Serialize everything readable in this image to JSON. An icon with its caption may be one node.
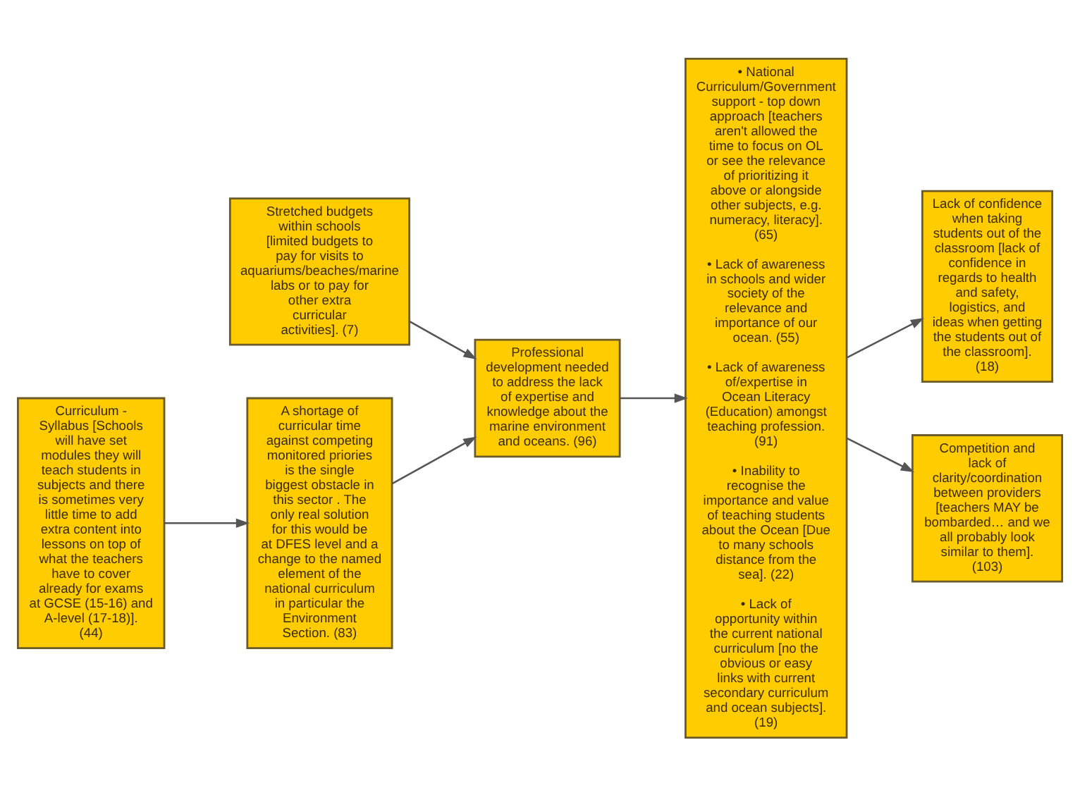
{
  "diagram": {
    "nodes": [
      {
        "text": [
          "Curriculum - Syllabus [Schools will have set modules they will teach students in subjects and there is sometimes very little time to add extra content into lessons on top of what the teachers have to cover already for exams at GCSE (15-16) and A-level (17-18)]. (44)"
        ]
      },
      {
        "text": [
          "Stretched budgets within schools [limited budgets to pay for visits to aquariums/beaches/marine labs or to pay for other extra curricular activities]. (7)"
        ]
      },
      {
        "text": [
          "A shortage of curricular time against competing monitored priories is the single biggest obstacle in this sector . The only real solution for this would be at DFES level and a change to the named element of the national curriculum in particular the Environment Section. (83)"
        ]
      },
      {
        "text": [
          "Professional development needed to address the lack of expertise and knowledge about the marine environment and oceans. (96)"
        ]
      },
      {
        "text": [
          "• National Curriculum/Government support - top down approach [teachers aren't allowed the time to focus on OL or see the relevance of prioritizing it above or alongside other subjects, e.g. numeracy, literacy]. (65)",
          "• Lack of awareness in schools and wider society of the relevance and importance of our ocean. (55)",
          "• Lack of awareness of/expertise in Ocean Literacy (Education) amongst teaching profession. (91)",
          "• Inability to recognise the importance and value of teaching students about the Ocean [Due to many schools distance from the sea]. (22)",
          "• Lack of opportunity within the current national curriculum [no the obvious or easy links with current secondary curriculum and ocean subjects]. (19)"
        ]
      },
      {
        "text": [
          "Lack of confidence when taking students out of the classroom [lack of confidence in regards to health and safety, logistics, and ideas when getting the students out of the classroom]. (18)"
        ]
      },
      {
        "text": [
          "Competition and lack of clarity/coordination between providers [teachers MAY be bombarded… and we all probably look similar to them]. (103)"
        ]
      }
    ],
    "edges": [
      {
        "from": 0,
        "to": 2,
        "arrow": "to"
      },
      {
        "from": 1,
        "to": 3,
        "arrow": "to"
      },
      {
        "from": 2,
        "to": 3,
        "arrow": "to"
      },
      {
        "from": 3,
        "to": 4,
        "arrow": "to"
      },
      {
        "from": 4,
        "to": 5,
        "arrow": "to"
      },
      {
        "from": 4,
        "to": 6,
        "arrow": "to"
      }
    ]
  }
}
